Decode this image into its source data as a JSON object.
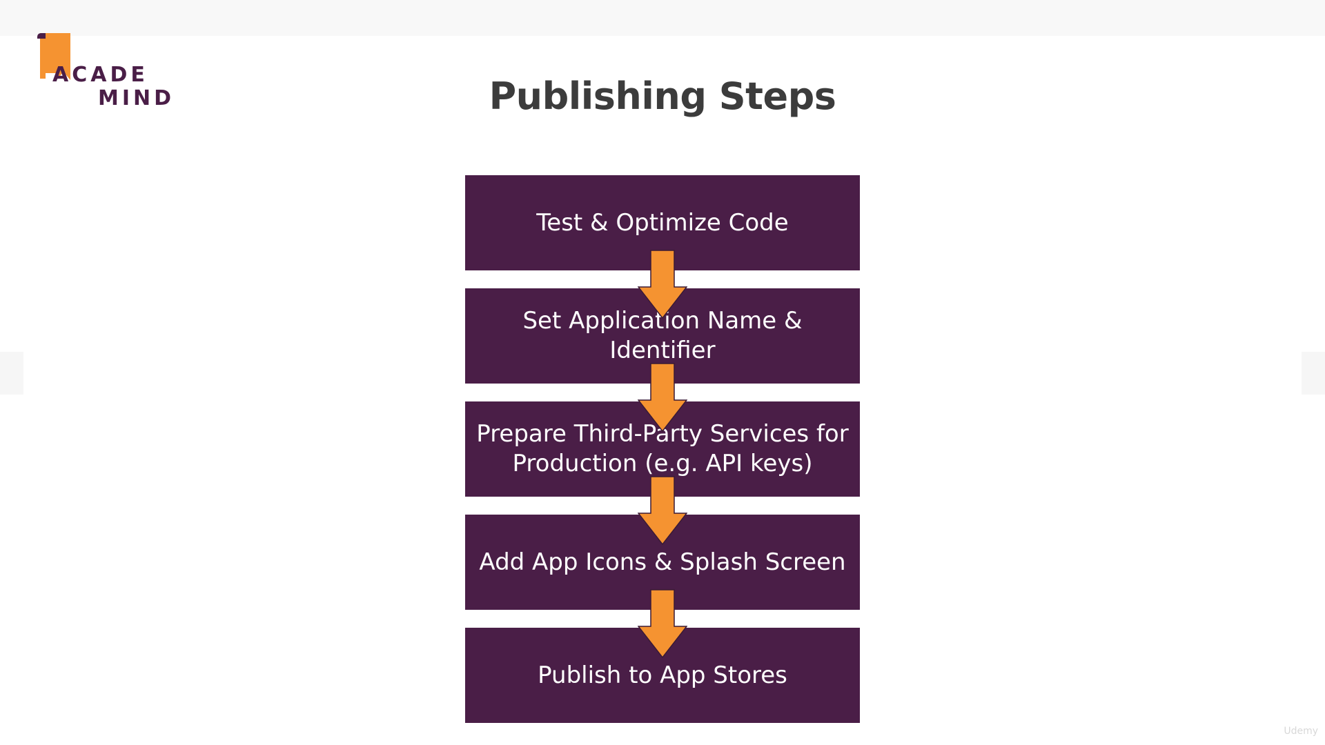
{
  "logo": {
    "line1": "ACADE",
    "line2": "MIND",
    "colors": {
      "bookmark": "#f59331",
      "text": "#4a1e47"
    }
  },
  "slide": {
    "title": "Publishing Steps"
  },
  "steps": [
    {
      "label": "Test & Optimize Code"
    },
    {
      "label": "Set Application Name &\nIdentifier"
    },
    {
      "label": "Prepare Third-Party Services for\nProduction (e.g. API keys)"
    },
    {
      "label": "Add App Icons & Splash Screen"
    },
    {
      "label": "Publish to App Stores"
    }
  ],
  "watermark": "Udemy",
  "colors": {
    "box": "#4a1e47",
    "arrow": "#f59331",
    "arrow_outline": "#3a1a35",
    "title": "#3c3c3c"
  }
}
